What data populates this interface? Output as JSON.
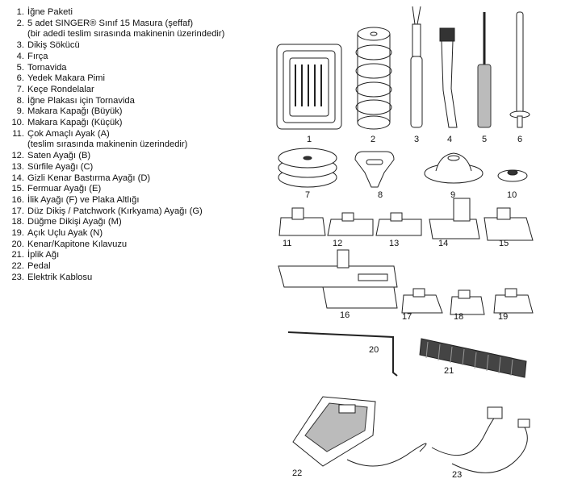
{
  "items": [
    {
      "num": "1.",
      "text": "İğne Paketi"
    },
    {
      "num": "2.",
      "text": "5 adet SINGER® Sınıf 15 Masura (şeffaf)",
      "sub": "(bir adedi teslim sırasında makinenin üzerindedir)"
    },
    {
      "num": "3.",
      "text": "Dikiş Sökücü"
    },
    {
      "num": "4.",
      "text": "Fırça"
    },
    {
      "num": "5.",
      "text": "Tornavida"
    },
    {
      "num": "6.",
      "text": "Yedek Makara Pimi"
    },
    {
      "num": "7.",
      "text": "Keçe Rondelalar"
    },
    {
      "num": "8.",
      "text": "İğne Plakası için Tornavida"
    },
    {
      "num": "9.",
      "text": "Makara Kapağı (Büyük)"
    },
    {
      "num": "10.",
      "text": "Makara Kapağı (Küçük)"
    },
    {
      "num": "11.",
      "text": "Çok Amaçlı Ayak (A)",
      "sub": "(teslim sırasında makinenin üzerindedir)"
    },
    {
      "num": "12.",
      "text": "Saten Ayağı (B)"
    },
    {
      "num": "13.",
      "text": "Sürfile Ayağı (C)"
    },
    {
      "num": "14.",
      "text": "Gizli Kenar Bastırma Ayağı (D)"
    },
    {
      "num": "15.",
      "text": "Fermuar Ayağı (E)"
    },
    {
      "num": "16.",
      "text": "İlik Ayağı (F) ve Plaka Altlığı"
    },
    {
      "num": "17.",
      "text": "Düz Dikiş / Patchwork (Kırkyama) Ayağı (G)"
    },
    {
      "num": "18.",
      "text": "Düğme Dikişi Ayağı (M)"
    },
    {
      "num": "19.",
      "text": "Açık Uçlu Ayak (N)"
    },
    {
      "num": "20.",
      "text": "Kenar/Kapitone Kılavuzu"
    },
    {
      "num": "21.",
      "text": "İplik Ağı"
    },
    {
      "num": "22.",
      "text": "Pedal"
    },
    {
      "num": "23.",
      "text": "Elektrik Kablosu"
    }
  ],
  "figure_labels": [
    "1",
    "2",
    "3",
    "4",
    "5",
    "6",
    "7",
    "8",
    "9",
    "10",
    "11",
    "12",
    "13",
    "14",
    "15",
    "16",
    "17",
    "18",
    "19",
    "20",
    "21",
    "22",
    "23"
  ]
}
